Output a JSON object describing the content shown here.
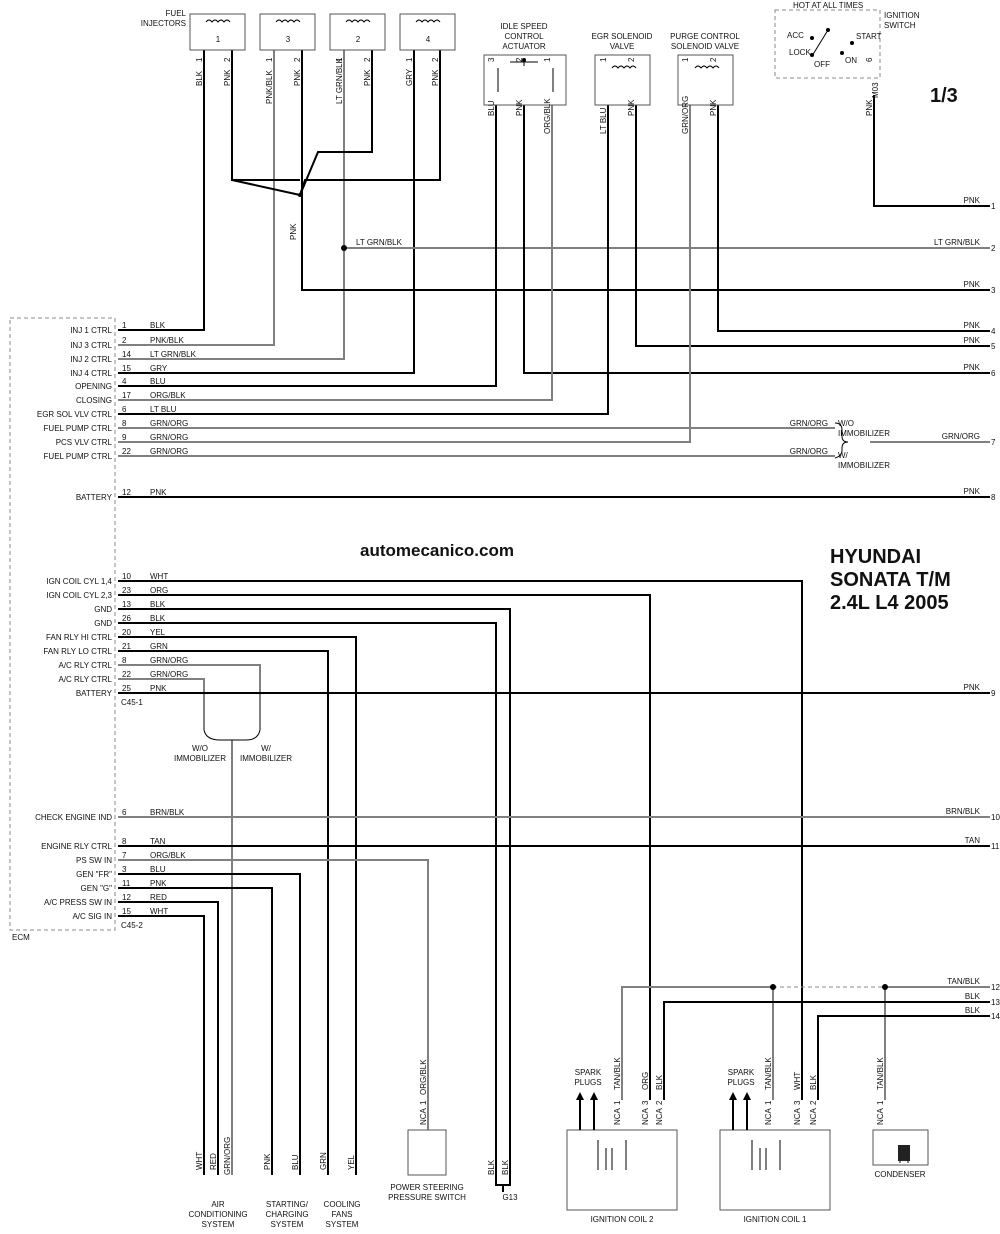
{
  "page": {
    "fraction": "1/3",
    "watermark": "automecanico.com"
  },
  "vehicle": {
    "line1": "HYUNDAI",
    "line2": "SONATA  T/M",
    "line3": "2.4L L4 2005"
  },
  "components": {
    "fuel_injectors": [
      "FUEL",
      "INJECTORS"
    ],
    "injector_numbers": [
      "1",
      "3",
      "2",
      "4"
    ],
    "iac": [
      "IDLE SPEED",
      "CONTROL",
      "ACTUATOR"
    ],
    "egr": [
      "EGR SOLENOID",
      "VALVE"
    ],
    "purge": [
      "PURGE CONTROL",
      "SOLENOID VALVE"
    ],
    "ign_switch": [
      "IGNITION",
      "SWITCH"
    ],
    "hot": "HOT AT ALL TIMES",
    "switch_positions": [
      "ACC",
      "LOCK",
      "OFF",
      "ON",
      "START"
    ],
    "ecm": "ECM",
    "c45_1": "C45-1",
    "c45_2": "C45-2",
    "wo_immob": [
      "W/O",
      "IMMOBILIZER"
    ],
    "w_immob": [
      "W/",
      "IMMOBILIZER"
    ],
    "ac_system": [
      "AIR",
      "CONDITIONING",
      "SYSTEM"
    ],
    "starting_system": [
      "STARTING/",
      "CHARGING",
      "SYSTEM"
    ],
    "cooling_system": [
      "COOLING",
      "FANS",
      "SYSTEM"
    ],
    "ps_switch": [
      "POWER STEERING",
      "PRESSURE SWITCH"
    ],
    "ground": "G13",
    "coil2": "IGNITION COIL 2",
    "coil1": "IGNITION COIL 1",
    "condenser": "CONDENSER",
    "spark_plugs": [
      "SPARK",
      "PLUGS"
    ]
  },
  "top_pins": [
    {
      "pin": "1",
      "color": "BLK"
    },
    {
      "pin": "2",
      "color": "PNK"
    },
    {
      "pin": "1",
      "color": "PNK/BLK"
    },
    {
      "pin": "2",
      "color": "PNK"
    },
    {
      "pin": "1",
      "color": "LT GRN/BLK"
    },
    {
      "pin": "2",
      "color": "PNK"
    },
    {
      "pin": "1",
      "color": "GRY"
    },
    {
      "pin": "2",
      "color": "PNK"
    },
    {
      "pin": "3",
      "color": "BLU"
    },
    {
      "pin": "2",
      "color": "PNK"
    },
    {
      "pin": "1",
      "color": "ORG/BLK"
    },
    {
      "pin": "1",
      "color": "LT BLU"
    },
    {
      "pin": "2",
      "color": "PNK"
    },
    {
      "pin": "1",
      "color": "GRN/ORG"
    },
    {
      "pin": "2",
      "color": "PNK"
    },
    {
      "pin": "6",
      "color": "PNK"
    }
  ],
  "m03": "M03",
  "top_labels": {
    "pnk": "PNK",
    "ltgrnblk": "LT GRN/BLK"
  },
  "ecm_rows": [
    {
      "label": "INJ 1 CTRL",
      "pin": "1",
      "color": "BLK"
    },
    {
      "label": "INJ 3 CTRL",
      "pin": "2",
      "color": "PNK/BLK"
    },
    {
      "label": "INJ 2 CTRL",
      "pin": "14",
      "color": "LT GRN/BLK"
    },
    {
      "label": "INJ 4 CTRL",
      "pin": "15",
      "color": "GRY"
    },
    {
      "label": "OPENING",
      "pin": "4",
      "color": "BLU"
    },
    {
      "label": "CLOSING",
      "pin": "17",
      "color": "ORG/BLK"
    },
    {
      "label": "EGR SOL VLV CTRL",
      "pin": "6",
      "color": "LT BLU"
    },
    {
      "label": "FUEL PUMP CTRL",
      "pin": "8",
      "color": "GRN/ORG"
    },
    {
      "label": "PCS VLV CTRL",
      "pin": "9",
      "color": "GRN/ORG"
    },
    {
      "label": "FUEL PUMP CTRL",
      "pin": "22",
      "color": "GRN/ORG"
    },
    {
      "label": "BATTERY",
      "pin": "12",
      "color": "PNK"
    },
    {
      "label": "IGN COIL CYL 1,4",
      "pin": "10",
      "color": "WHT"
    },
    {
      "label": "IGN COIL CYL 2,3",
      "pin": "23",
      "color": "ORG"
    },
    {
      "label": "GND",
      "pin": "13",
      "color": "BLK"
    },
    {
      "label": "GND",
      "pin": "26",
      "color": "BLK"
    },
    {
      "label": "FAN RLY HI CTRL",
      "pin": "20",
      "color": "YEL"
    },
    {
      "label": "FAN RLY LO CTRL",
      "pin": "21",
      "color": "GRN"
    },
    {
      "label": "A/C RLY CTRL",
      "pin": "8",
      "color": "GRN/ORG"
    },
    {
      "label": "A/C RLY CTRL",
      "pin": "22",
      "color": "GRN/ORG"
    },
    {
      "label": "BATTERY",
      "pin": "25",
      "color": "PNK"
    },
    {
      "label": "CHECK ENGINE IND",
      "pin": "6",
      "color": "BRN/BLK"
    },
    {
      "label": "ENGINE RLY CTRL",
      "pin": "8",
      "color": "TAN"
    },
    {
      "label": "PS SW IN",
      "pin": "7",
      "color": "ORG/BLK"
    },
    {
      "label": "GEN \"FR\"",
      "pin": "3",
      "color": "BLU"
    },
    {
      "label": "GEN \"G\"",
      "pin": "11",
      "color": "PNK"
    },
    {
      "label": "A/C PRESS SW IN",
      "pin": "12",
      "color": "RED"
    },
    {
      "label": "A/C SIG IN",
      "pin": "15",
      "color": "WHT"
    }
  ],
  "right_edge": [
    {
      "num": "1",
      "color": "PNK"
    },
    {
      "num": "2",
      "color": "LT GRN/BLK"
    },
    {
      "num": "3",
      "color": "PNK"
    },
    {
      "num": "4",
      "color": "PNK"
    },
    {
      "num": "5",
      "color": "PNK"
    },
    {
      "num": "6",
      "color": "PNK"
    },
    {
      "num": "7",
      "color": "GRN/ORG"
    },
    {
      "num": "8",
      "color": "PNK"
    },
    {
      "num": "9",
      "color": "PNK"
    },
    {
      "num": "10",
      "color": "BRN/BLK"
    },
    {
      "num": "11",
      "color": "TAN"
    },
    {
      "num": "12",
      "color": "TAN/BLK"
    },
    {
      "num": "13",
      "color": "BLK"
    },
    {
      "num": "14",
      "color": "BLK"
    }
  ],
  "mid_labels": {
    "grnorg": "GRN/ORG"
  },
  "bottom_pins": [
    {
      "color": "WHT"
    },
    {
      "color": "RED"
    },
    {
      "color": "GRN/ORG"
    },
    {
      "color": "PNK"
    },
    {
      "color": "BLU"
    },
    {
      "color": "GRN"
    },
    {
      "color": "YEL"
    },
    {
      "color": "ORG/BLK"
    },
    {
      "color": "BLK"
    },
    {
      "color": "BLK"
    },
    {
      "color": "TAN/BLK"
    },
    {
      "color": "ORG"
    },
    {
      "color": "BLK"
    },
    {
      "color": "TAN/BLK"
    },
    {
      "color": "WHT"
    },
    {
      "color": "BLK"
    },
    {
      "color": "TAN/BLK"
    }
  ],
  "nca": "NCA",
  "coil_pins": [
    "1",
    "3",
    "2"
  ],
  "cond_pin": "1"
}
